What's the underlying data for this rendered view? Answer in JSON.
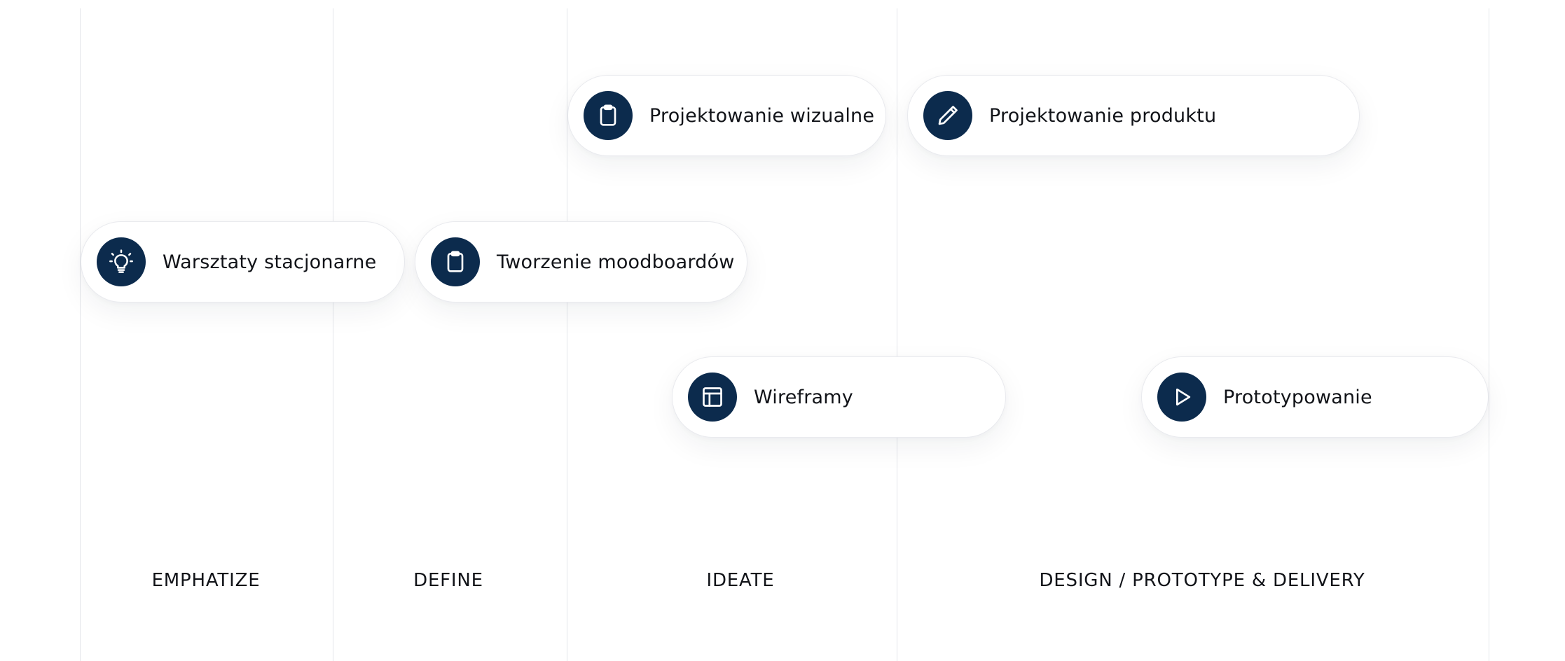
{
  "colors": {
    "icon_background": "#0c2b4d",
    "icon_stroke": "#ffffff",
    "divider": "#e4e6ea",
    "text": "#111318"
  },
  "phases": [
    {
      "label": "EMPHATIZE"
    },
    {
      "label": "DEFINE"
    },
    {
      "label": "IDEATE"
    },
    {
      "label": "DESIGN / PROTOTYPE & DELIVERY"
    }
  ],
  "activities": [
    {
      "label": "Projektowanie wizualne",
      "icon": "clipboard-icon"
    },
    {
      "label": "Projektowanie produktu",
      "icon": "pencil-icon"
    },
    {
      "label": "Warsztaty stacjonarne",
      "icon": "lightbulb-icon"
    },
    {
      "label": "Tworzenie moodboardów",
      "icon": "clipboard-icon"
    },
    {
      "label": "Wireframy",
      "icon": "layout-icon"
    },
    {
      "label": "Prototypowanie",
      "icon": "play-icon"
    }
  ]
}
